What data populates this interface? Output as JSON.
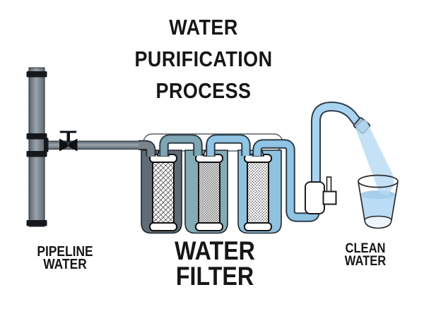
{
  "title": {
    "lines": [
      "WATER",
      "PURIFICATION",
      "PROCESS"
    ]
  },
  "labels": {
    "pipeline_water": {
      "lines": [
        "PIPELINE",
        "WATER"
      ]
    },
    "water_filter": {
      "lines": [
        "WATER",
        "FILTER"
      ]
    },
    "clean_water": {
      "lines": [
        "CLEAN",
        "WATER"
      ]
    }
  },
  "diagram": {
    "filter_stage_count": 3,
    "components": [
      "pipeline-water-supply-pipe",
      "shut-off-valve",
      "filter-manifold",
      "filter-stage-1-housing",
      "filter-stage-2-housing",
      "filter-stage-3-housing",
      "filter-cartridges",
      "connector-tubes",
      "faucet-with-handle",
      "water-stream",
      "glass-of-clean-water"
    ]
  },
  "colors": {
    "background": "#ffffff",
    "text": "#161616",
    "pipe_gray": "#79848d",
    "pipe_flange_black": "#15181c",
    "housing_stage1": "#5f6b76",
    "housing_stage2": "#85abb5",
    "housing_stage3": "#8fc2de",
    "tube_teal": "#7fa6b3",
    "tube_blue": "#8fc4e4",
    "faucet_tube_blue": "#a9d4f1",
    "nozzle_gray_blue": "#9db9ca",
    "stream_blue": "#b7daf3",
    "glass_water": "#badcf4",
    "glass_water_surface": "#a5cfec",
    "outline_dark": "#2e3d49"
  }
}
